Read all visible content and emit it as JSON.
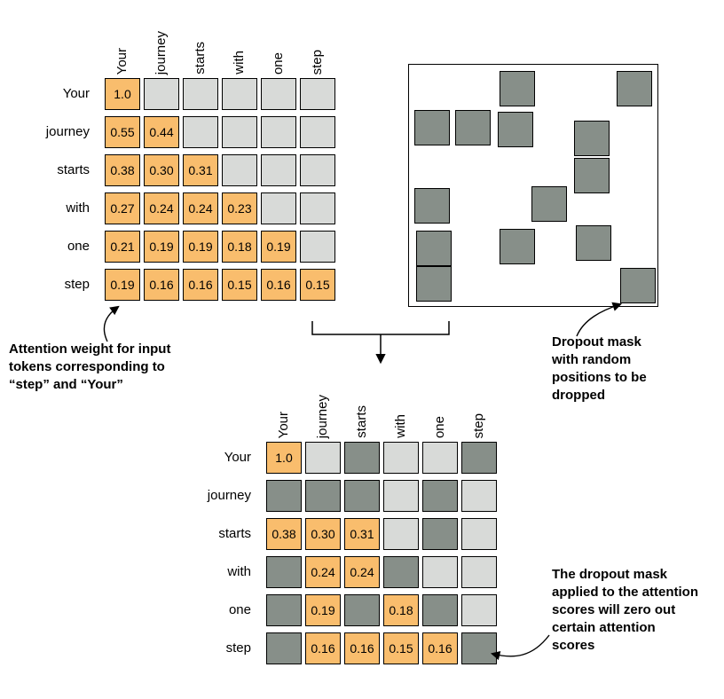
{
  "tokens": [
    "Your",
    "journey",
    "starts",
    "with",
    "one",
    "step"
  ],
  "attention": {
    "rows": [
      [
        "1.0"
      ],
      [
        "0.55",
        "0.44"
      ],
      [
        "0.38",
        "0.30",
        "0.31"
      ],
      [
        "0.27",
        "0.24",
        "0.24",
        "0.23"
      ],
      [
        "0.21",
        "0.19",
        "0.19",
        "0.18",
        "0.19"
      ],
      [
        "0.19",
        "0.16",
        "0.16",
        "0.15",
        "0.16",
        "0.15"
      ]
    ]
  },
  "dropout": {
    "dropped": [
      [
        0,
        2
      ],
      [
        0,
        5
      ],
      [
        1,
        0
      ],
      [
        1,
        1
      ],
      [
        1,
        2
      ],
      [
        1,
        4
      ],
      [
        2,
        4
      ],
      [
        3,
        0
      ],
      [
        3,
        3
      ],
      [
        4,
        0
      ],
      [
        4,
        2
      ],
      [
        4,
        4
      ],
      [
        5,
        0
      ],
      [
        5,
        5
      ]
    ]
  },
  "colors": {
    "value_cell": "#f9bd6d",
    "empty_cell": "#d8dad8",
    "dropped_cell": "#878f89",
    "border": "#000000"
  },
  "annotations": {
    "attention_note": "Attention weight for input tokens corresponding to “step” and “Your”",
    "mask_note": "Dropout mask with random positions to be dropped",
    "result_note": "The dropout mask applied to the attention scores will zero out certain attention scores"
  },
  "chart_data": [
    {
      "type": "heatmap",
      "title": "Attention weights (causal, lower triangular)",
      "x": [
        "Your",
        "journey",
        "starts",
        "with",
        "one",
        "step"
      ],
      "y": [
        "Your",
        "journey",
        "starts",
        "with",
        "one",
        "step"
      ],
      "values": [
        [
          1.0,
          null,
          null,
          null,
          null,
          null
        ],
        [
          0.55,
          0.44,
          null,
          null,
          null,
          null
        ],
        [
          0.38,
          0.3,
          0.31,
          null,
          null,
          null
        ],
        [
          0.27,
          0.24,
          0.24,
          0.23,
          null,
          null
        ],
        [
          0.21,
          0.19,
          0.19,
          0.18,
          0.19,
          null
        ],
        [
          0.19,
          0.16,
          0.16,
          0.15,
          0.16,
          0.15
        ]
      ]
    },
    {
      "type": "heatmap",
      "title": "Dropout mask (dark = position dropped)",
      "dropped_cells": [
        [
          0,
          2
        ],
        [
          0,
          5
        ],
        [
          1,
          0
        ],
        [
          1,
          1
        ],
        [
          1,
          2
        ],
        [
          1,
          4
        ],
        [
          2,
          4
        ],
        [
          3,
          0
        ],
        [
          3,
          3
        ],
        [
          4,
          0
        ],
        [
          4,
          2
        ],
        [
          4,
          4
        ],
        [
          5,
          0
        ],
        [
          5,
          5
        ]
      ]
    },
    {
      "type": "heatmap",
      "title": "Attention weights after dropout",
      "x": [
        "Your",
        "journey",
        "starts",
        "with",
        "one",
        "step"
      ],
      "y": [
        "Your",
        "journey",
        "starts",
        "with",
        "one",
        "step"
      ],
      "values": [
        [
          1.0,
          null,
          "dropped",
          null,
          null,
          "dropped"
        ],
        [
          "dropped",
          "dropped",
          "dropped",
          null,
          "dropped",
          null
        ],
        [
          0.38,
          0.3,
          0.31,
          null,
          "dropped",
          null
        ],
        [
          "dropped",
          0.24,
          0.24,
          "dropped",
          null,
          null
        ],
        [
          "dropped",
          0.19,
          "dropped",
          0.18,
          "dropped",
          null
        ],
        [
          "dropped",
          0.16,
          0.16,
          0.15,
          0.16,
          "dropped"
        ]
      ]
    }
  ]
}
